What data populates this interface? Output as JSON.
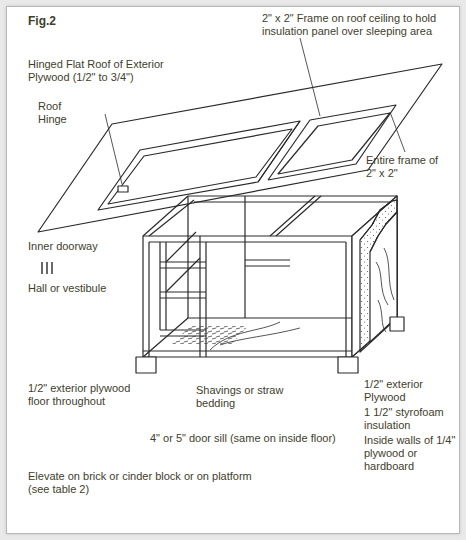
{
  "diagram": {
    "title": "Fig.2",
    "labels": [
      "2\" x 2\" Frame on roof ceiling to hold insulation panel over sleeping area",
      "Hinged Flat Roof of Exterior Plywood (1/2\" to 3/4\")",
      "Roof Hinge",
      "Entire frame of 2\" x 2\"",
      "Inner doorway",
      "Hall or vestibule",
      "1/2\" exterior plywood floor throughout",
      "1/2\" exterior Plywood",
      "Shavings or straw bedding",
      "1 1/2\" styrofoam insulation",
      "Inside walls of 1/4\" plywood or hardboard",
      "4\" or 5\" door sill (same on inside floor)",
      "Elevate on brick or cinder block or on platform (see table 2)"
    ]
  }
}
